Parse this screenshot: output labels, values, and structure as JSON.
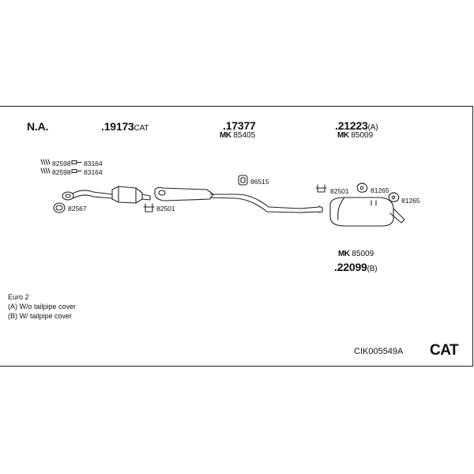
{
  "header": {
    "na": "N.A.",
    "p1_num": ".19173",
    "p1_sfx": "CAT",
    "p2_num": ".17377",
    "p2_mk_prefix": "MK",
    "p2_mk_num": "85405",
    "p3_num": ".21223",
    "p3_sfx": "(A)",
    "p3_mk_prefix": "MK",
    "p3_mk_num": "85009"
  },
  "lower_part": {
    "mk_prefix": "MK",
    "mk_num": "85009",
    "num": ".22099",
    "sfx": "(B)"
  },
  "callouts": {
    "a": "82598",
    "b": "83164",
    "c": "82598",
    "d": "83164",
    "e": "82567",
    "f": "82501",
    "g": "86515",
    "h": "82501",
    "i": "81265",
    "j": "81265"
  },
  "notes": [
    "Euro 2",
    "(A) W/o tailpipe cover",
    "(B) W/ tailpipe cover"
  ],
  "footer": {
    "code": "CIK005549A",
    "cat": "CAT"
  }
}
